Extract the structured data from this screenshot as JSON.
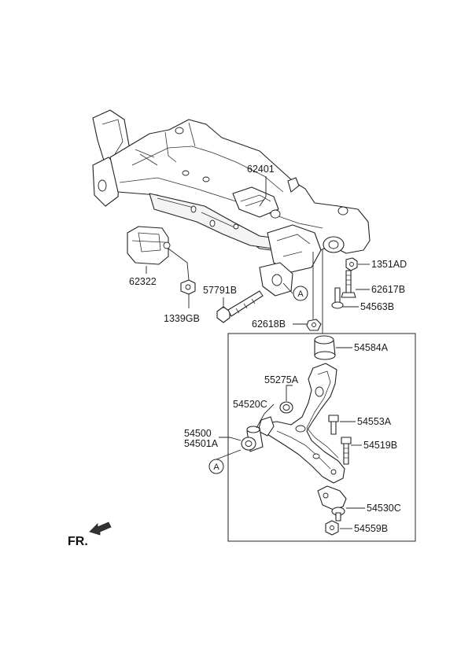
{
  "labels": {
    "subframe": "62401",
    "mount_bracket": "62322",
    "mount_nut": "1339GB",
    "mount_bolt": "57791B",
    "rear_nut": "1351AD",
    "rear_bolt": "62617B",
    "rear_washer": "54563B",
    "front_nut": "62618B",
    "bushing_rear": "54584A",
    "seal": "55275A",
    "bushing_front": "54520C",
    "arm_assy": "54500",
    "arm_assy_rh": "54501A",
    "arm_bolt": "54553A",
    "joint_bolt": "54519B",
    "ball_joint": "54530C",
    "joint_nut": "54559B"
  },
  "callouts": {
    "upper": "A",
    "lower": "A"
  },
  "front_indicator": {
    "label": "FR.",
    "icon": "front-direction-arrow-icon"
  }
}
